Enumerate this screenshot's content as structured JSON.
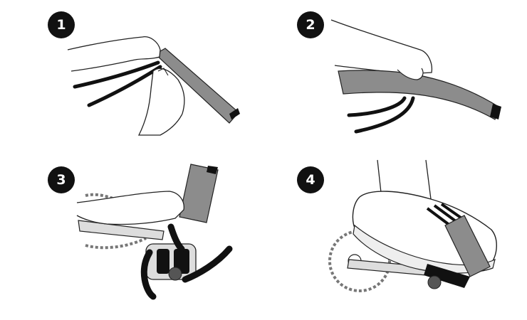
{
  "steps": [
    {
      "number": "1",
      "illustration": "hands-threading-strap-through-loop-icon"
    },
    {
      "number": "2",
      "illustration": "hand-holding-folded-strap-icon"
    },
    {
      "number": "3",
      "illustration": "hand-wrapping-strap-around-pedal-icon"
    },
    {
      "number": "4",
      "illustration": "shoe-strapped-to-pedal-icon"
    }
  ],
  "colors": {
    "badge": "#111111",
    "badge_text": "#ffffff",
    "strap": "#8c8c8c",
    "strap_light": "#a9a9a9",
    "ink": "#222222",
    "velcro": "#111111"
  }
}
